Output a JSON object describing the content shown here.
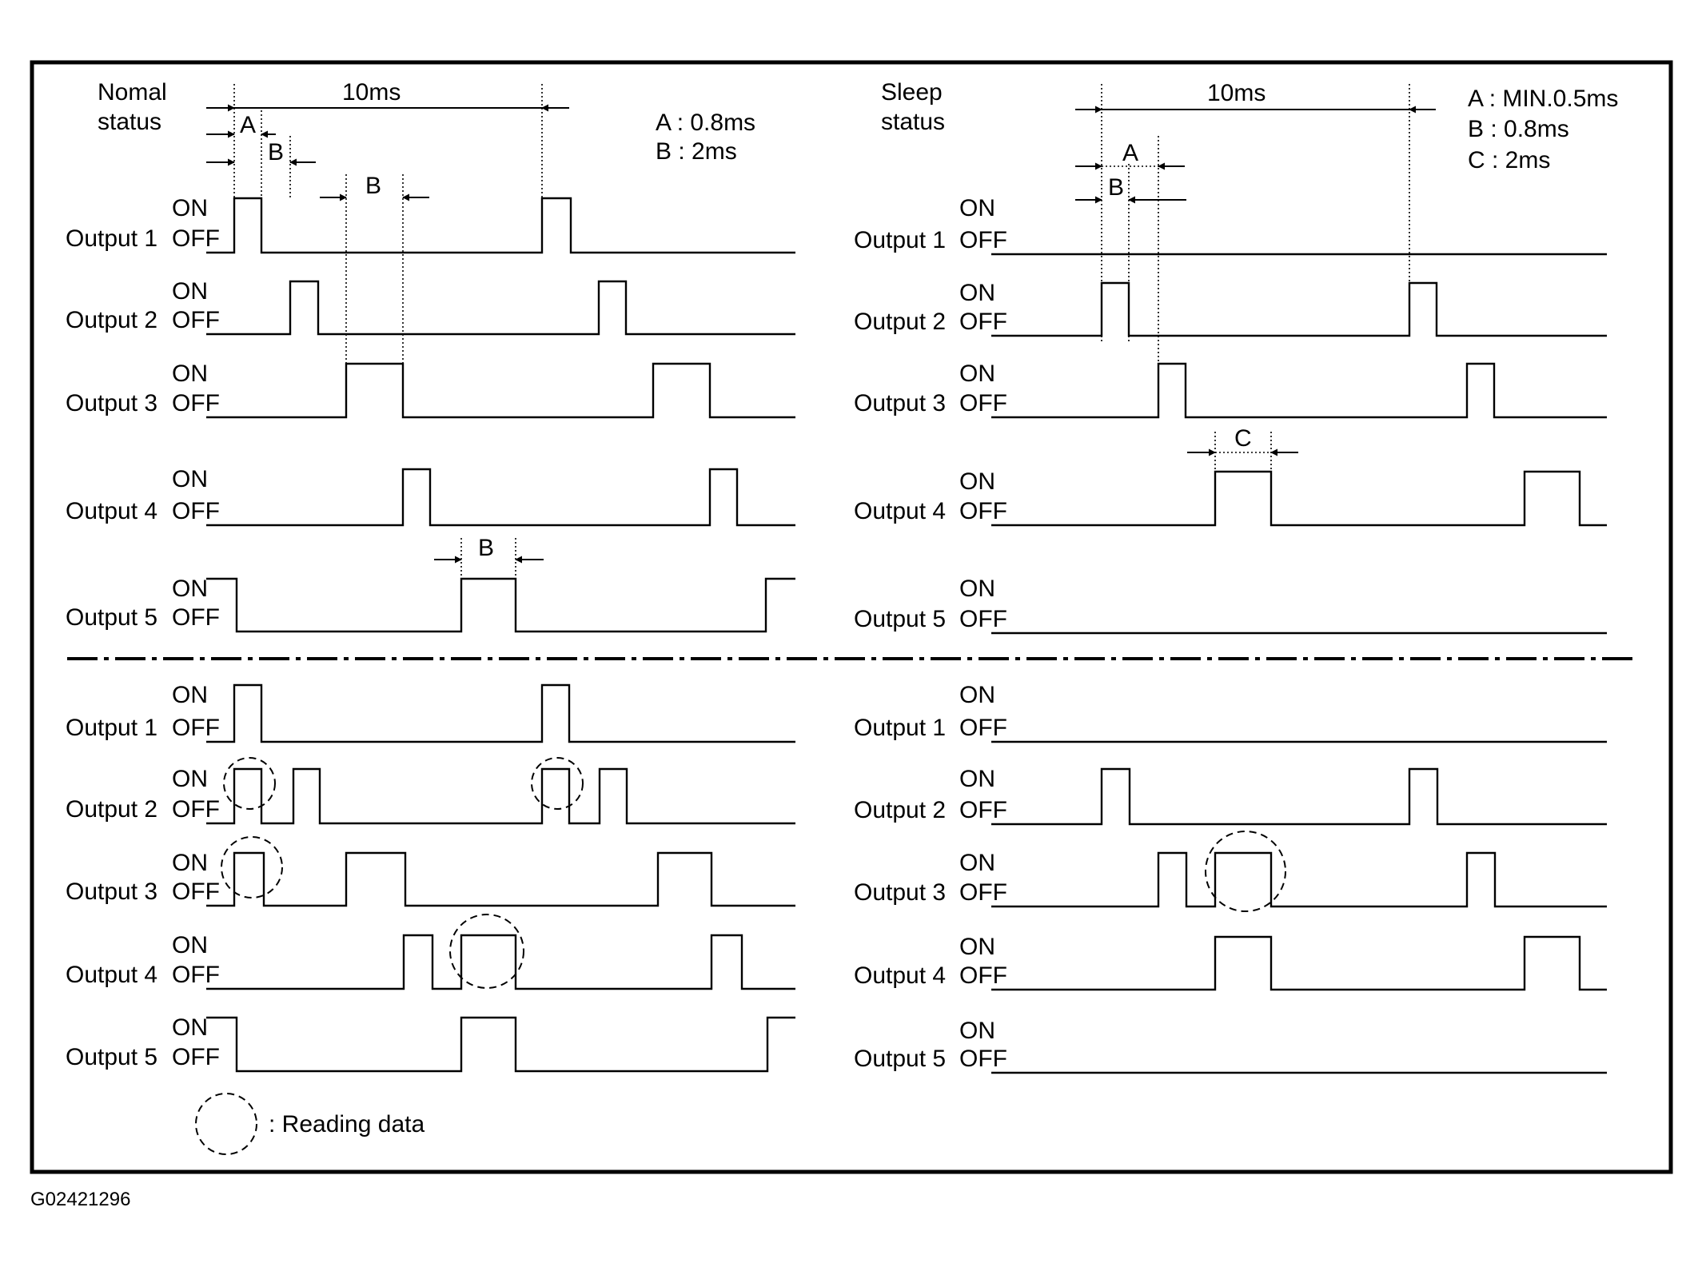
{
  "figure_code": "G02421296",
  "legend_text": ": Reading data",
  "state_on": "ON",
  "state_off": "OFF",
  "outputs": [
    "Output 1",
    "Output 2",
    "Output 3",
    "Output 4",
    "Output 5"
  ],
  "normal": {
    "title_line1": "Nomal",
    "title_line2": "status",
    "period": "10ms",
    "defs": [
      "A : 0.8ms",
      "B : 2ms"
    ],
    "marks": {
      "a": "A",
      "b": "B"
    }
  },
  "sleep": {
    "title_line1": "Sleep",
    "title_line2": "status",
    "period": "10ms",
    "defs": [
      "A : MIN.0.5ms",
      "B : 0.8ms",
      "C : 2ms"
    ],
    "marks": {
      "a": "A",
      "b": "B",
      "c": "C"
    }
  }
}
